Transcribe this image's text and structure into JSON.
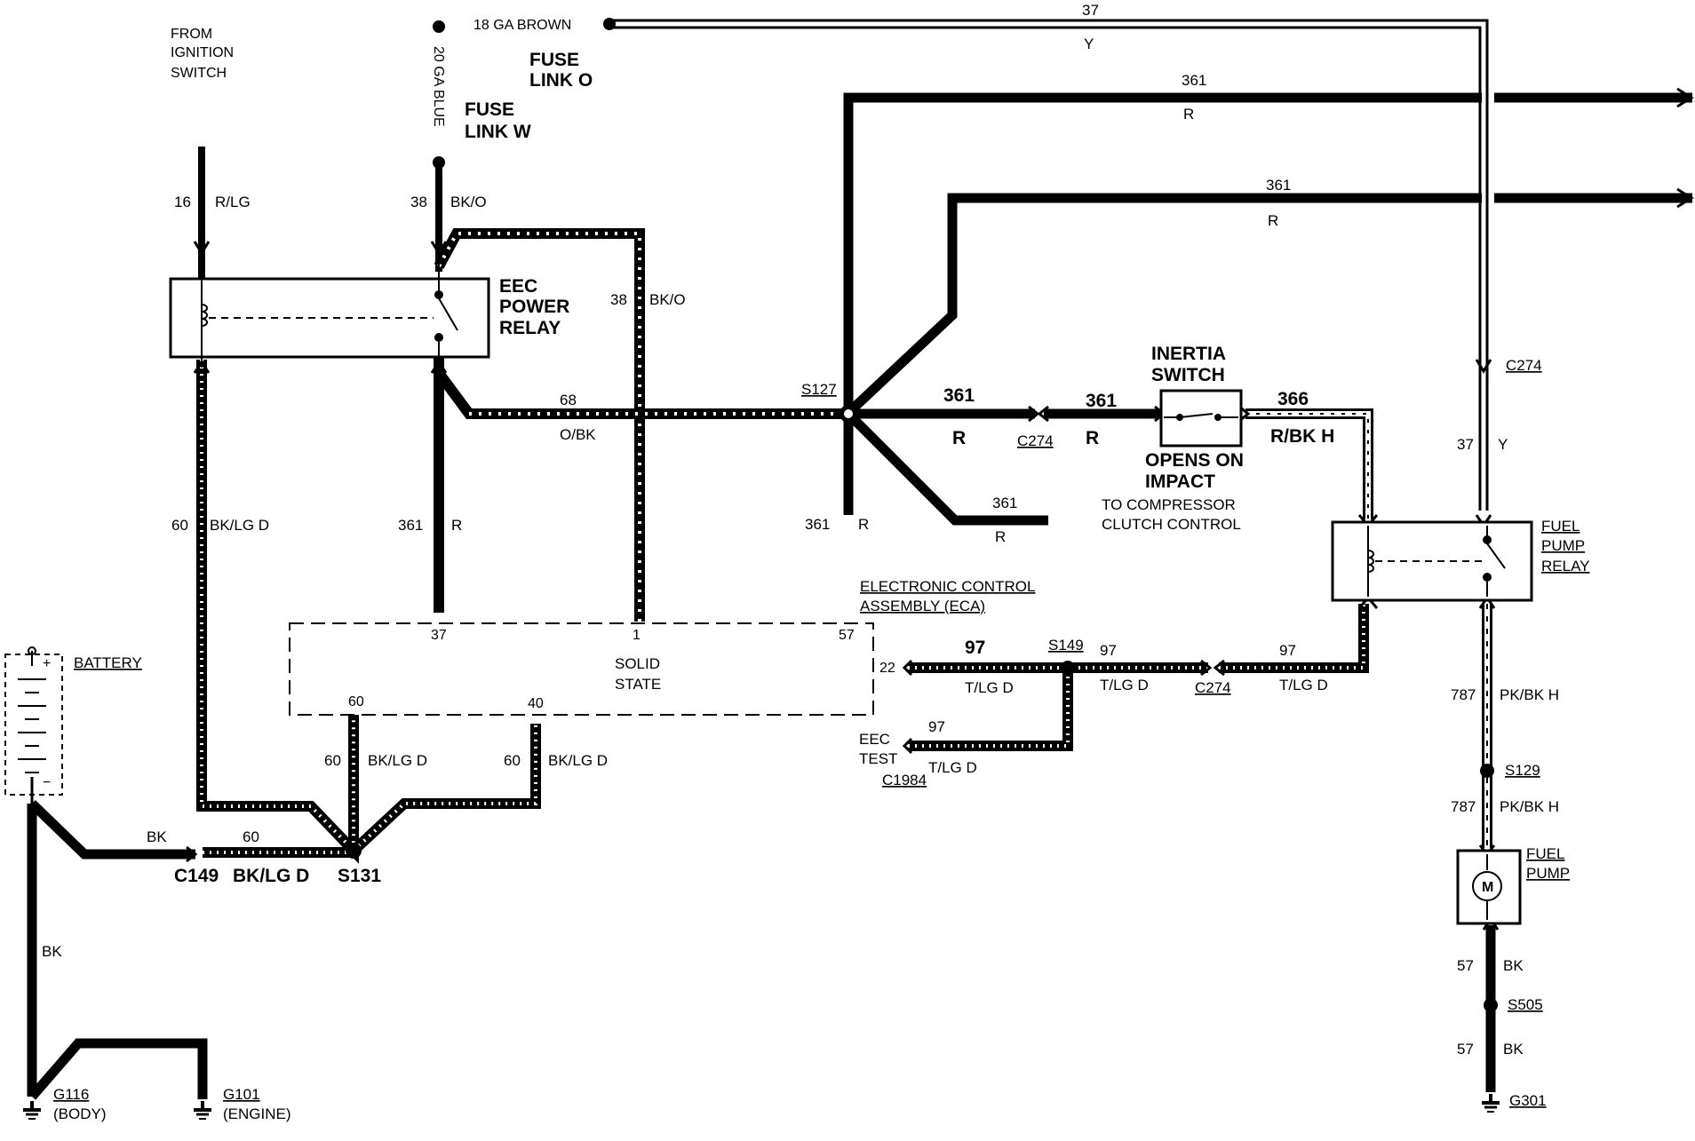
{
  "sources": {
    "ign_1": "FROM",
    "ign_2": "IGNITION",
    "ign_3": "SWITCH",
    "brown_wire": "18 GA BROWN",
    "blue_wire": "20 GA BLUE",
    "fuse_o_1": "FUSE",
    "fuse_o_2": "LINK O",
    "fuse_w_1": "FUSE",
    "fuse_w_2": "LINK W"
  },
  "wires": {
    "c16": "16",
    "c16_col": "R/LG",
    "c38a": "38",
    "c38a_col": "BK/O",
    "c38b": "38",
    "c38b_col": "BK/O",
    "c37_top": "37",
    "c37_top_col": "Y",
    "c361_t1": "361",
    "c361_t1_col": "R",
    "c361_t2": "361",
    "c361_t2_col": "R",
    "c68": "68",
    "c68_col": "O/BK",
    "c60_left": "60",
    "c60_left_col": "BK/LG D",
    "c361_left": "361",
    "c361_left_col": "R",
    "c361_mid": "361",
    "c361_mid_col": "R",
    "c361_a": "361",
    "c361_a_col": "R",
    "c361_b": "361",
    "c361_b_col": "R",
    "c366": "366",
    "c366_col": "R/BK H",
    "c361_br": "361",
    "c361_br_col": "R",
    "c37_right": "37",
    "c37_right_col": "Y",
    "c97_a": "97",
    "c97_a_col": "T/LG D",
    "c97_b": "97",
    "c97_b_col": "T/LG D",
    "c97_c": "97",
    "c97_c_col": "T/LG D",
    "c97_d": "97",
    "c97_d_col": "T/LG D",
    "c60_b": "60",
    "c60_b_col": "BK/LG D",
    "c60_c": "60",
    "c60_c_col": "BK/LG D",
    "c787_a": "787",
    "c787_a_col": "PK/BK H",
    "c787_b": "787",
    "c787_b_col": "PK/BK H",
    "c57_a": "57",
    "c57_a_col": "BK",
    "c57_b": "57",
    "c57_b_col": "BK",
    "bk_batt": "BK",
    "c60_batt": "60",
    "bk_down": "BK",
    "c149_col": "BK/LG D"
  },
  "components": {
    "eec_relay_1": "EEC",
    "eec_relay_2": "POWER",
    "eec_relay_3": "RELAY",
    "inertia_1": "INERTIA",
    "inertia_2": "SWITCH",
    "opens_1": "OPENS ON",
    "opens_2": "IMPACT",
    "compressor_1": "TO COMPRESSOR",
    "compressor_2": "CLUTCH CONTROL",
    "eca_1": "ELECTRONIC CONTROL",
    "eca_2": "ASSEMBLY (ECA)",
    "solid_1": "SOLID",
    "solid_2": "STATE",
    "pin_37": "37",
    "pin_1": "1",
    "pin_57": "57",
    "pin_22": "22",
    "pin_60": "60",
    "pin_40": "40",
    "fp_relay_1": "FUEL",
    "fp_relay_2": "PUMP",
    "fp_relay_3": "RELAY",
    "fp_1": "FUEL",
    "fp_2": "PUMP",
    "motor": "M",
    "battery": "BATTERY",
    "batt_plus": "+",
    "batt_minus": "−",
    "eec_test_1": "EEC",
    "eec_test_2": "TEST"
  },
  "connectors": {
    "s127": "S127",
    "c274_a": "C274",
    "c274_b": "C274",
    "c274_c": "C274",
    "s149": "S149",
    "c1984": "C1984",
    "s131": "S131",
    "c149": "C149",
    "s129": "S129",
    "s505": "S505",
    "g301": "G301",
    "g116": "G116",
    "g116_sub": "(BODY)",
    "g101": "G101",
    "g101_sub": "(ENGINE)"
  }
}
